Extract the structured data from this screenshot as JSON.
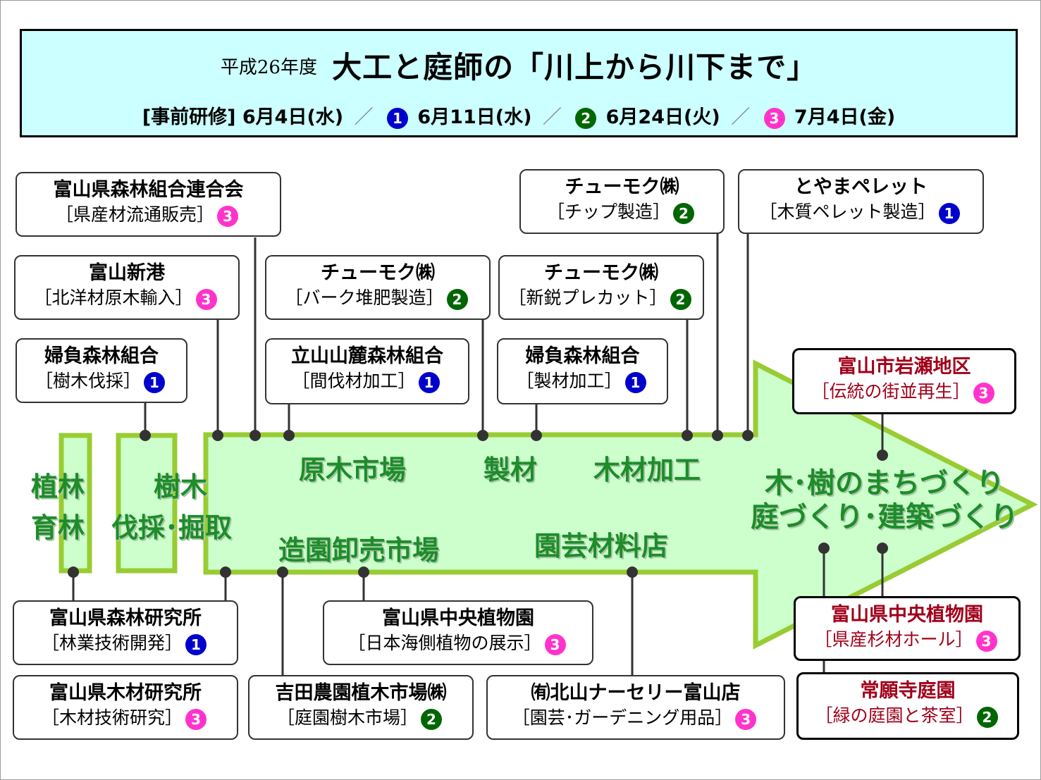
{
  "header": {
    "year": "平成26年度",
    "title": "大工と庭師の「川上から川下まで」",
    "schedule": {
      "pre": "[事前研修] 6月4日(水)",
      "s1": "6月11日(水)",
      "s2": "6月24日(火)",
      "s3": "7月4日(金)"
    }
  },
  "badges": {
    "1": "1",
    "2": "2",
    "3": "3"
  },
  "stages": {
    "planting": "植林",
    "nurturing": "育林",
    "trees": "樹木",
    "felling": "伐採･掘取",
    "log_market": "原木市場",
    "sawmill": "製材",
    "processing": "木材加工",
    "nursery_market": "造園卸売市場",
    "garden_store": "園芸材料店",
    "town1": "木･樹のまちづくり",
    "town2": "庭づくり･建築づくり"
  },
  "boxes": [
    {
      "name": "富山県森林組合連合会",
      "desc": "［県産材流通販売］",
      "badge": "3"
    },
    {
      "name": "富山新港",
      "desc": "［北洋材原木輸入］",
      "badge": "3"
    },
    {
      "name": "婦負森林組合",
      "desc": "［樹木伐採］",
      "badge": "1"
    },
    {
      "name": "チューモク㈱",
      "desc": "［バーク堆肥製造］",
      "badge": "2"
    },
    {
      "name": "立山山麓森林組合",
      "desc": "［間伐材加工］",
      "badge": "1"
    },
    {
      "name": "チューモク㈱",
      "desc": "［チップ製造］",
      "badge": "2"
    },
    {
      "name": "とやまペレット",
      "desc": "［木質ペレット製造］",
      "badge": "1"
    },
    {
      "name": "チューモク㈱",
      "desc": "［新鋭プレカット］",
      "badge": "2"
    },
    {
      "name": "婦負森林組合",
      "desc": "［製材加工］",
      "badge": "1"
    },
    {
      "name": "富山市岩瀬地区",
      "desc": "［伝統の街並再生］",
      "badge": "3"
    },
    {
      "name": "富山県森林研究所",
      "desc": "［林業技術開発］",
      "badge": "1"
    },
    {
      "name": "富山県木材研究所",
      "desc": "［木材技術研究］",
      "badge": "3"
    },
    {
      "name": "富山県中央植物園",
      "desc": "［日本海側植物の展示］",
      "badge": "3"
    },
    {
      "name": "吉田農園植木市場㈱",
      "desc": "［庭園樹木市場］",
      "badge": "2"
    },
    {
      "name": "㈲北山ナーセリー富山店",
      "desc": "［園芸･ガーデニング用品］",
      "badge": "3"
    },
    {
      "name": "富山県中央植物園",
      "desc": "［県産杉材ホール］",
      "badge": "3"
    },
    {
      "name": "常願寺庭園",
      "desc": "［緑の庭園と茶室］",
      "badge": "2"
    }
  ],
  "colors": {
    "title_bg": "#ccffff",
    "arrow_fill": "#ccffcc",
    "arrow_stroke": "#99cc33",
    "stage_text": "#1e8c2a",
    "highlight_text": "#a0001a",
    "badge1": "#0000cc",
    "badge2": "#006600",
    "badge3": "#ff33cc"
  }
}
